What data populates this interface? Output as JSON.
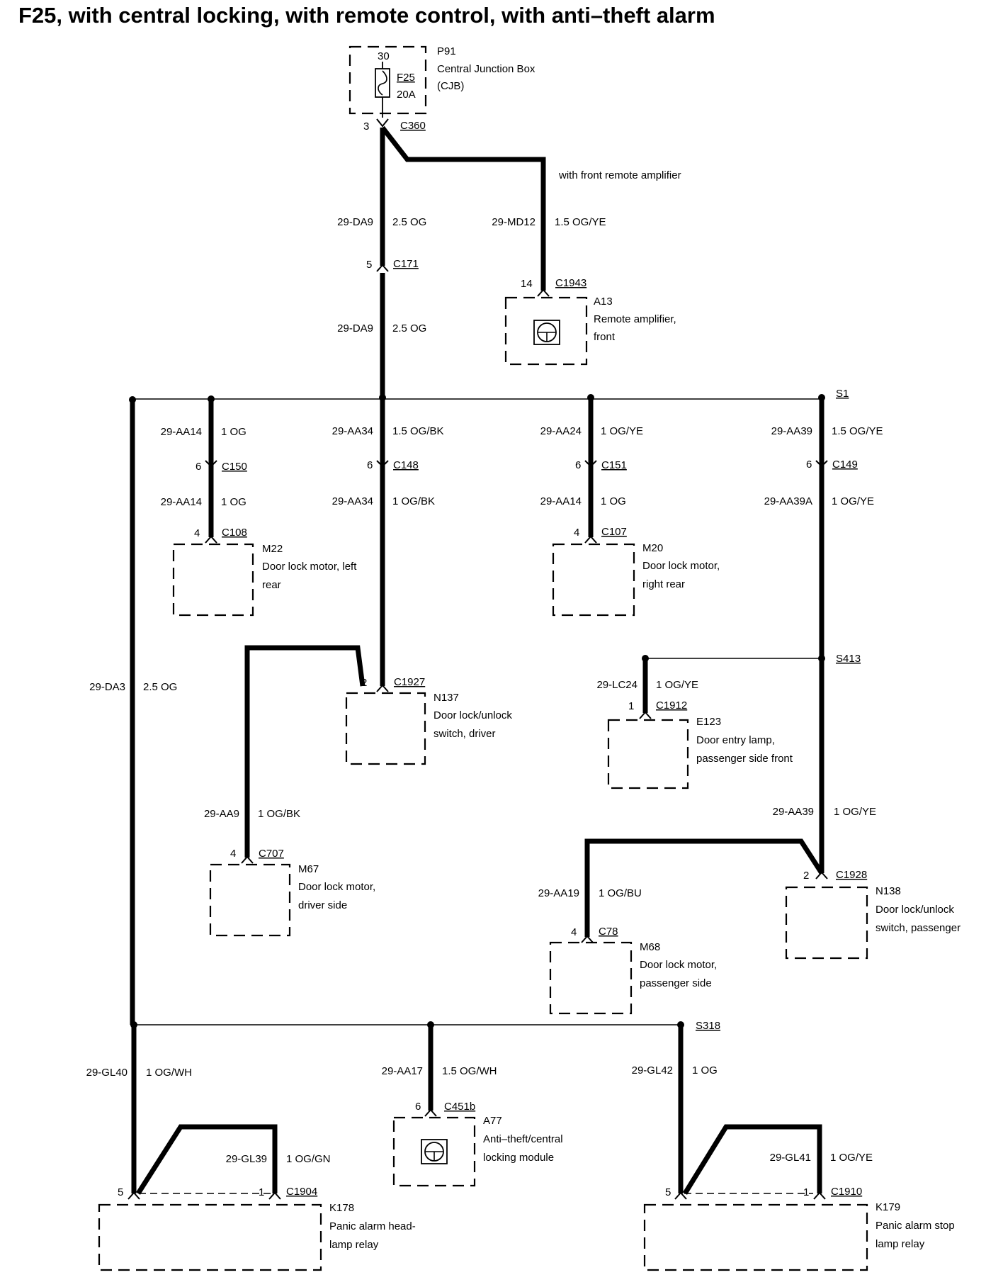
{
  "title": "F25, with central locking, with remote control, with anti–theft alarm",
  "fuse_box": {
    "id": "P91",
    "name": "Central Junction Box",
    "abbr": "(CJB)",
    "terminal": "30",
    "fuse_id": "F25",
    "fuse_rating": "20A",
    "out_pin": "3",
    "out_connector": "C360"
  },
  "wires": {
    "da9_upper": {
      "circuit": "29-DA9",
      "spec": "2.5 OG"
    },
    "da9_lower": {
      "circuit": "29-DA9",
      "spec": "2.5 OG"
    },
    "md12": {
      "circuit": "29-MD12",
      "spec": "1.5 OG/YE"
    },
    "aa14_upper": {
      "circuit": "29-AA14",
      "spec": "1 OG"
    },
    "aa14_lower": {
      "circuit": "29-AA14",
      "spec": "1 OG"
    },
    "aa34_upper": {
      "circuit": "29-AA34",
      "spec": "1.5 OG/BK"
    },
    "aa34_lower": {
      "circuit": "29-AA34",
      "spec": "1 OG/BK"
    },
    "aa24": {
      "circuit": "29-AA24",
      "spec": "1 OG/YE"
    },
    "aa14_right": {
      "circuit": "29-AA14",
      "spec": "1 OG"
    },
    "aa39_upper": {
      "circuit": "29-AA39",
      "spec": "1.5 OG/YE"
    },
    "aa39a": {
      "circuit": "29-AA39A",
      "spec": "1 OG/YE"
    },
    "da3": {
      "circuit": "29-DA3",
      "spec": "2.5 OG"
    },
    "aa9": {
      "circuit": "29-AA9",
      "spec": "1 OG/BK"
    },
    "lc24": {
      "circuit": "29-LC24",
      "spec": "1 OG/YE"
    },
    "aa39_lower": {
      "circuit": "29-AA39",
      "spec": "1 OG/YE"
    },
    "aa19": {
      "circuit": "29-AA19",
      "spec": "1 OG/BU"
    },
    "gl40": {
      "circuit": "29-GL40",
      "spec": "1 OG/WH"
    },
    "aa17": {
      "circuit": "29-AA17",
      "spec": "1.5 OG/WH"
    },
    "gl42": {
      "circuit": "29-GL42",
      "spec": "1 OG"
    },
    "gl39": {
      "circuit": "29-GL39",
      "spec": "1 OG/GN"
    },
    "gl41": {
      "circuit": "29-GL41",
      "spec": "1 OG/YE"
    }
  },
  "notes": {
    "front_amp": "with front remote amplifier"
  },
  "connectors": {
    "c171": {
      "pin": "5",
      "id": "C171"
    },
    "c1943": {
      "pin": "14",
      "id": "C1943"
    },
    "c150": {
      "pin": "6",
      "id": "C150"
    },
    "c148": {
      "pin": "6",
      "id": "C148"
    },
    "c151": {
      "pin": "6",
      "id": "C151"
    },
    "c149": {
      "pin": "6",
      "id": "C149"
    },
    "c108": {
      "pin": "4",
      "id": "C108"
    },
    "c107": {
      "pin": "4",
      "id": "C107"
    },
    "c1927": {
      "pin": "2",
      "id": "C1927"
    },
    "c1912": {
      "pin": "1",
      "id": "C1912"
    },
    "c707": {
      "pin": "4",
      "id": "C707"
    },
    "c1928": {
      "pin": "2",
      "id": "C1928"
    },
    "c78": {
      "pin": "4",
      "id": "C78"
    },
    "c451b": {
      "pin": "6",
      "id": "C451b"
    },
    "k178_pin5": {
      "pin": "5"
    },
    "c1904": {
      "pin": "1",
      "id": "C1904"
    },
    "k179_pin5": {
      "pin": "5"
    },
    "c1910": {
      "pin": "1",
      "id": "C1910"
    }
  },
  "splices": {
    "s1": "S1",
    "s413": "S413",
    "s318": "S318"
  },
  "components": {
    "a13": {
      "id": "A13",
      "line1": "Remote amplifier,",
      "line2": "front"
    },
    "m22": {
      "id": "M22",
      "line1": "Door lock motor, left",
      "line2": "rear"
    },
    "m20": {
      "id": "M20",
      "line1": "Door lock motor,",
      "line2": "right rear"
    },
    "n137": {
      "id": "N137",
      "line1": "Door lock/unlock",
      "line2": "switch, driver"
    },
    "e123": {
      "id": "E123",
      "line1": "Door entry lamp,",
      "line2": "passenger side front"
    },
    "m67": {
      "id": "M67",
      "line1": "Door lock motor,",
      "line2": "driver side"
    },
    "n138": {
      "id": "N138",
      "line1": "Door lock/unlock",
      "line2": "switch, passenger"
    },
    "m68": {
      "id": "M68",
      "line1": "Door lock motor,",
      "line2": "passenger side"
    },
    "a77": {
      "id": "A77",
      "line1": "Anti–theft/central",
      "line2": "locking module"
    },
    "k178": {
      "id": "K178",
      "line1": "Panic alarm head-",
      "line2": "lamp relay"
    },
    "k179": {
      "id": "K179",
      "line1": "Panic alarm stop",
      "line2": "lamp relay"
    }
  }
}
